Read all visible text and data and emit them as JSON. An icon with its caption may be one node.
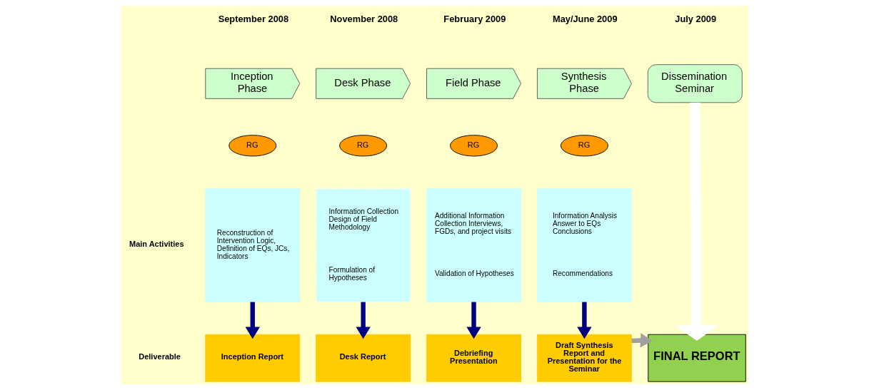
{
  "diagram": {
    "nodes": [
      {
        "text": [
          "Inception Phase"
        ]
      },
      {
        "text": [
          "Desk Phase"
        ]
      },
      {
        "text": [
          "Field Phase"
        ]
      },
      {
        "text": [
          "Synthesis Phase"
        ]
      },
      {
        "text": [
          "Dissemination Seminar"
        ]
      },
      {
        "text": [
          "RG"
        ]
      },
      {
        "text": [
          "RG"
        ]
      },
      {
        "text": [
          "RG"
        ]
      },
      {
        "text": [
          "RG"
        ]
      },
      {
        "text": [
          "Reconstruction of Intervention Logic, Definition of EQs, JCs, Indicators"
        ]
      },
      {
        "text": [
          "Information Collection Design of Field Methodology",
          "Formulation of Hypotheses"
        ]
      },
      {
        "text": [
          "Additional Information Collection Interviews, FGDs, and project visits",
          "Validation of Hypotheses"
        ]
      },
      {
        "text": [
          "Information Analysis Answer to EQs Conclusions",
          "Recommendations"
        ]
      },
      {
        "text": [
          "Inception Report"
        ]
      },
      {
        "text": [
          "Desk Report"
        ]
      },
      {
        "text": [
          "Debriefing Presentation"
        ]
      },
      {
        "text": [
          "Draft Synthesis Report and Presentation for the Seminar"
        ]
      },
      {
        "text": [
          "FINAL REPORT"
        ]
      }
    ],
    "edges": [
      {
        "from": 9,
        "to": 13,
        "arrow": "to"
      },
      {
        "from": 10,
        "to": 14,
        "arrow": "to"
      },
      {
        "from": 11,
        "to": 15,
        "arrow": "to"
      },
      {
        "from": 12,
        "to": 16,
        "arrow": "to"
      },
      {
        "from": 4,
        "to": 17,
        "arrow": "to",
        "style": "thick",
        "color": "#ffffff"
      },
      {
        "from": 16,
        "to": 17,
        "arrow": "to",
        "color": "#a0a0a0"
      }
    ],
    "labels": [
      "September 2008",
      "November 2008",
      "February 2009",
      "May/June 2009",
      "July 2009",
      "Main Activities",
      "Deliverable"
    ]
  }
}
